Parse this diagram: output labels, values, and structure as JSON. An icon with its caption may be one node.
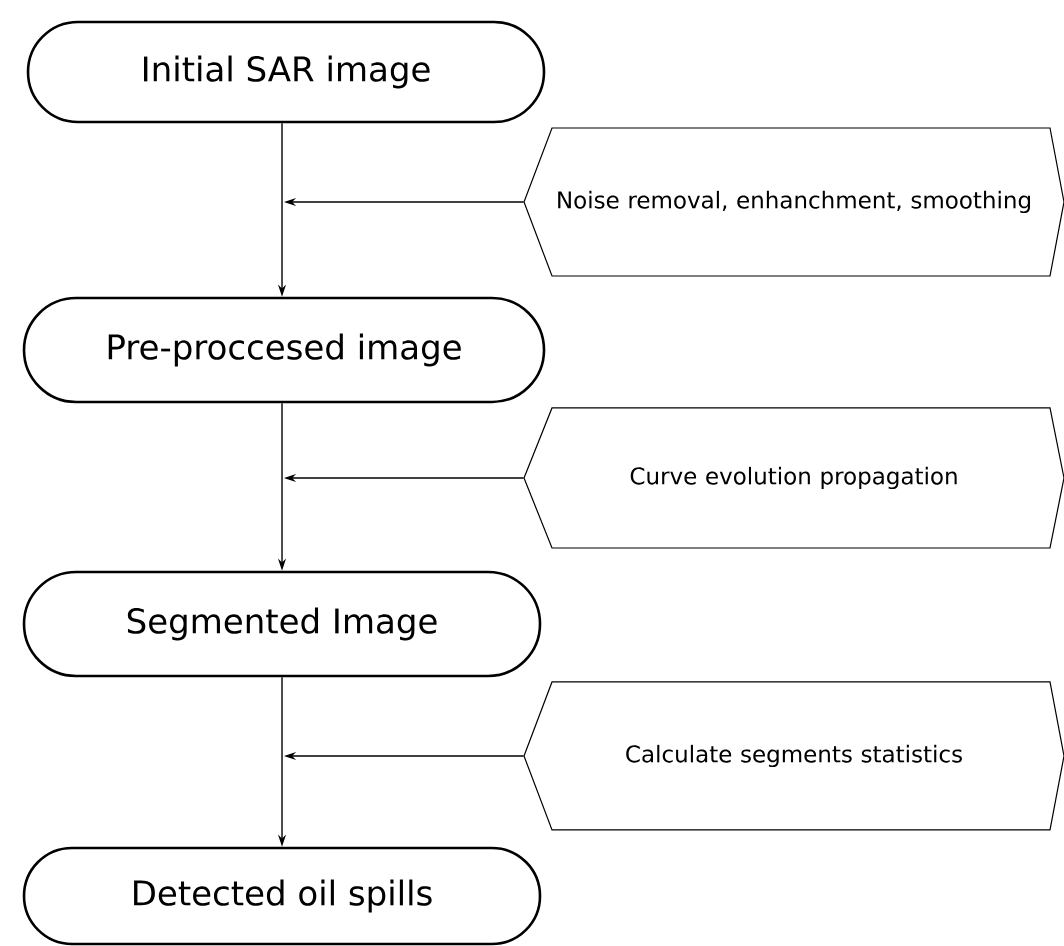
{
  "diagram": {
    "nodes": [
      {
        "text": [
          "Initial SAR image"
        ]
      },
      {
        "text": [
          "Pre-proccesed image"
        ]
      },
      {
        "text": [
          "Segmented Image"
        ]
      },
      {
        "text": [
          "Detected oil spills"
        ]
      },
      {
        "text": [
          "Noise removal, enhanchment, smoothing"
        ]
      },
      {
        "text": [
          "Curve evolution propagation"
        ]
      },
      {
        "text": [
          "Calculate segments statistics"
        ]
      }
    ],
    "edges": [
      {
        "from": 0,
        "to": 1,
        "arrow": "to"
      },
      {
        "from": 1,
        "to": 2,
        "arrow": "to"
      },
      {
        "from": 2,
        "to": 3,
        "arrow": "to"
      },
      {
        "from": 4,
        "to": null,
        "arrow": "to"
      },
      {
        "from": 5,
        "to": null,
        "arrow": "to"
      },
      {
        "from": 6,
        "to": null,
        "arrow": "to"
      }
    ]
  }
}
